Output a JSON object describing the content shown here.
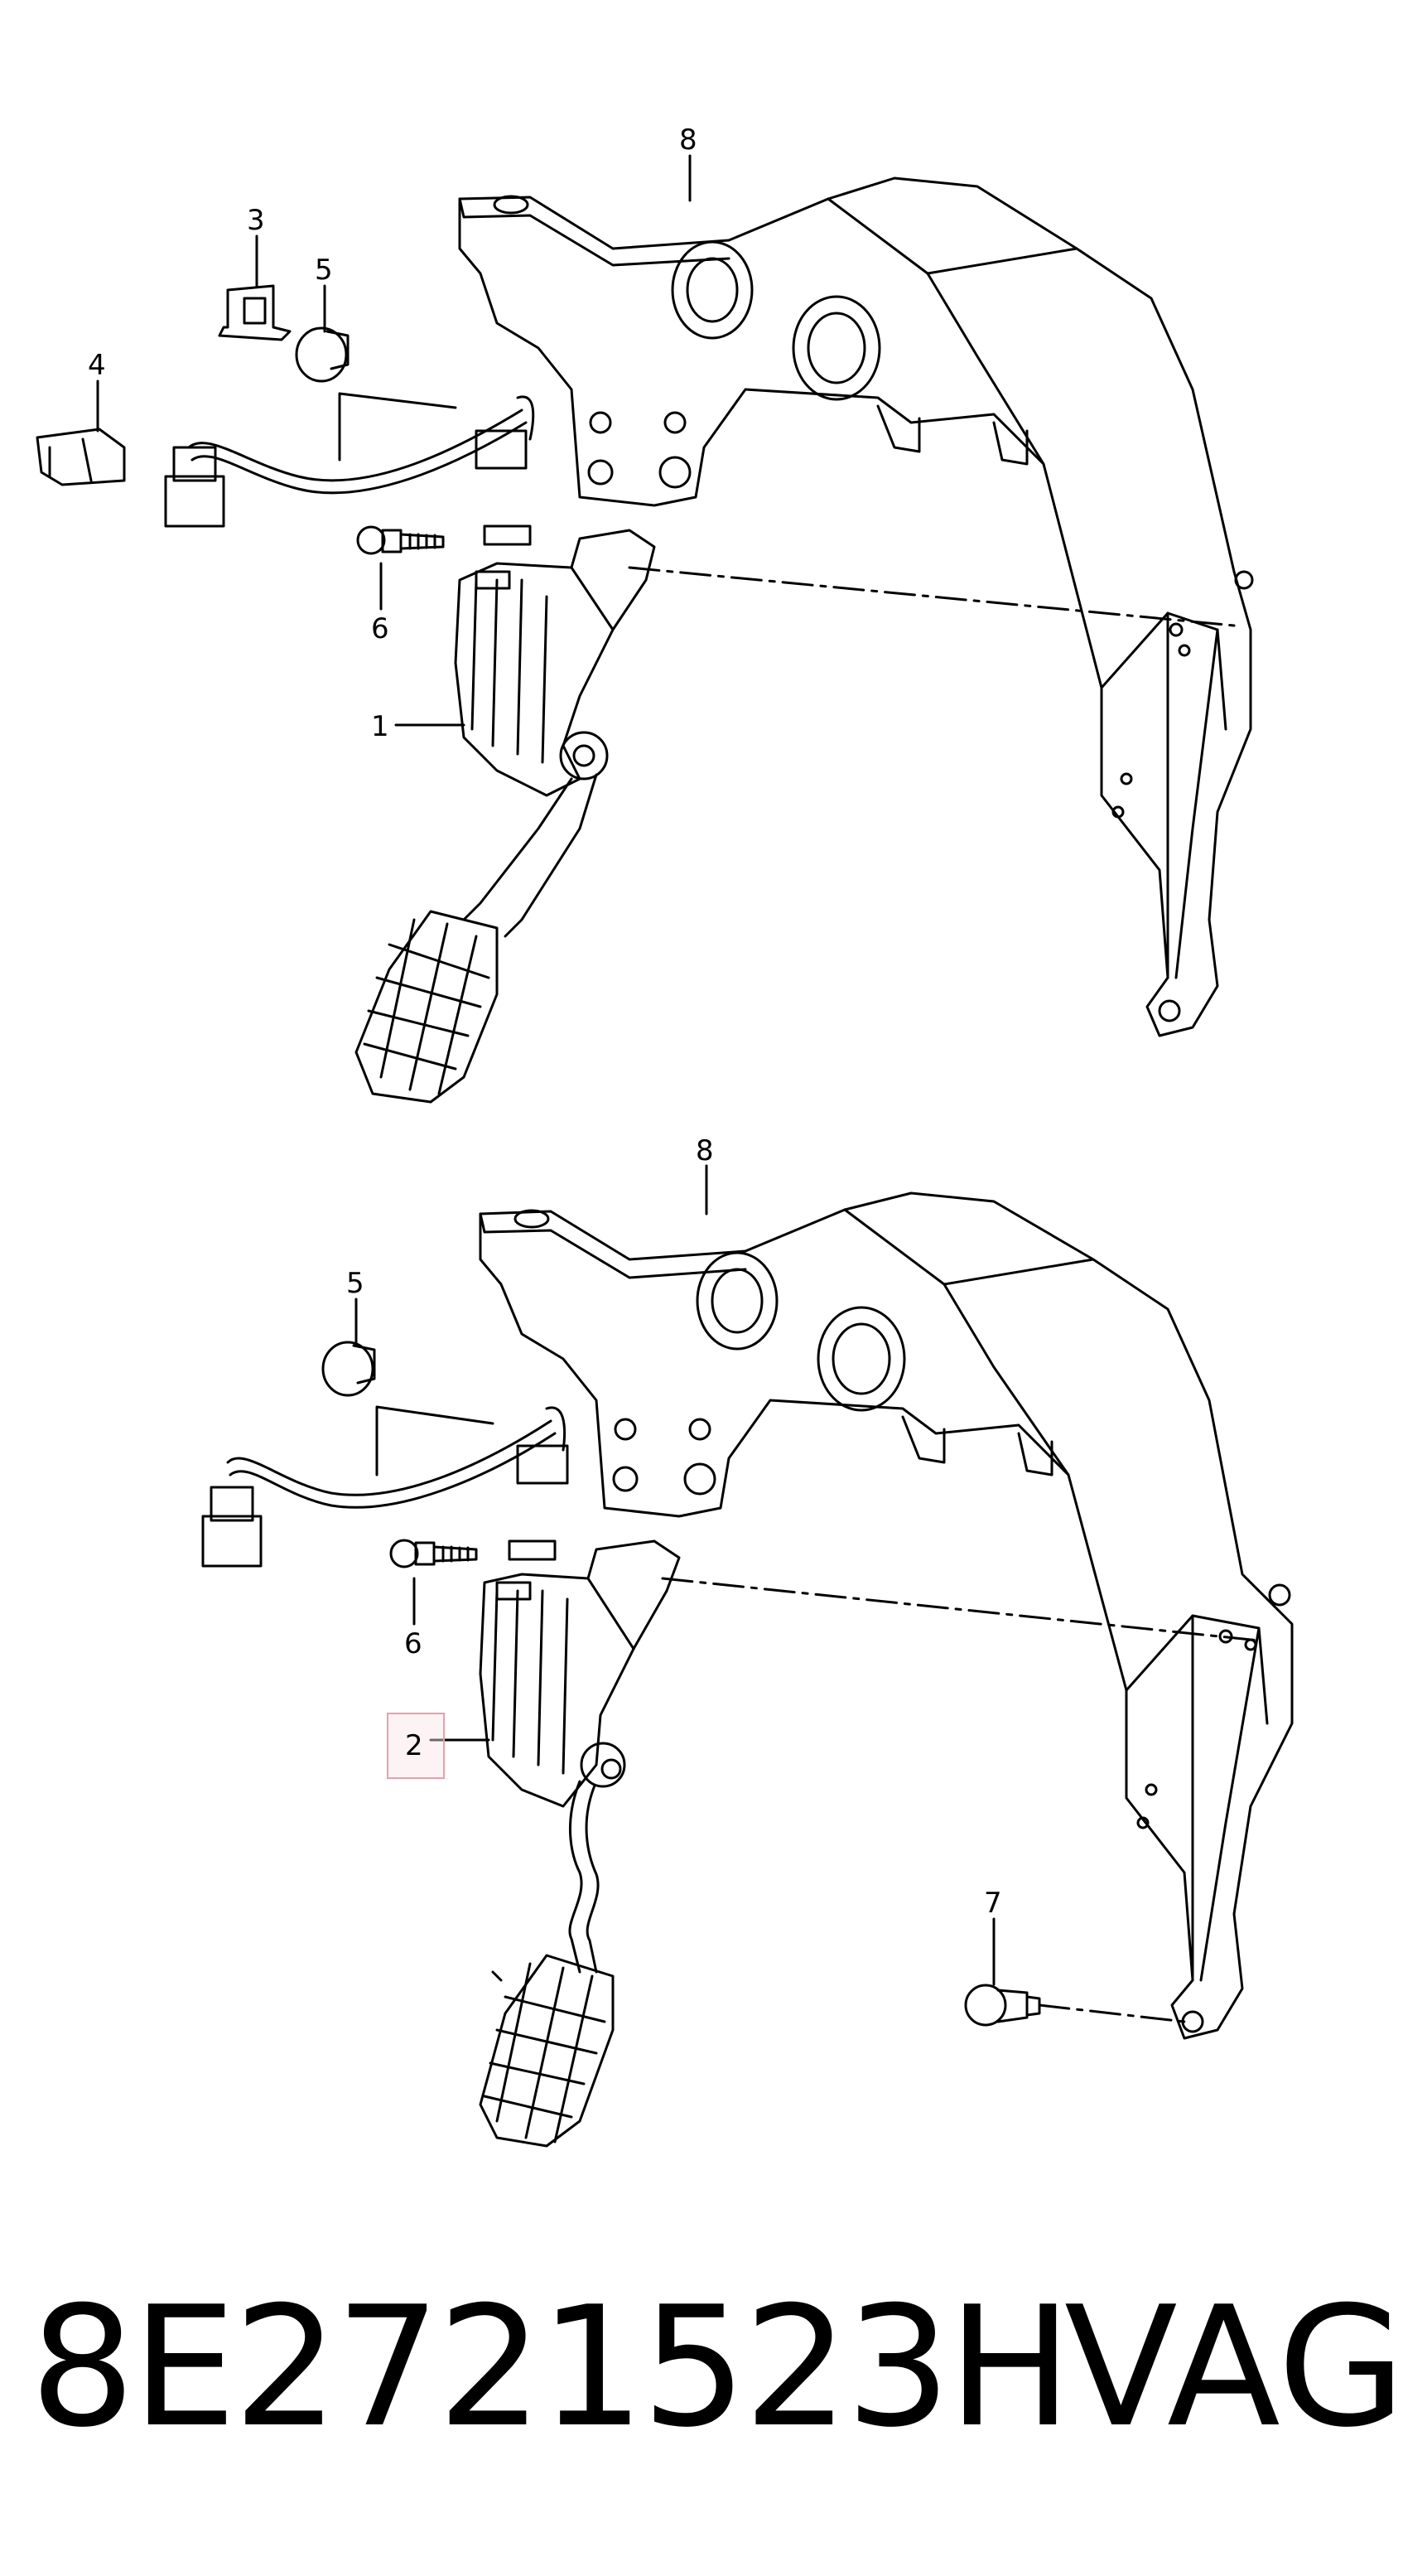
{
  "callouts": {
    "top": {
      "c1": "1",
      "c3": "3",
      "c4": "4",
      "c5": "5",
      "c6": "6",
      "c8": "8"
    },
    "bottom": {
      "c2": "2",
      "c5": "5",
      "c6": "6",
      "c7": "7",
      "c8": "8"
    }
  },
  "highlight_color": "#e8a0a8",
  "footer": {
    "part_number": "8E2721523H",
    "brand": "VAG"
  }
}
